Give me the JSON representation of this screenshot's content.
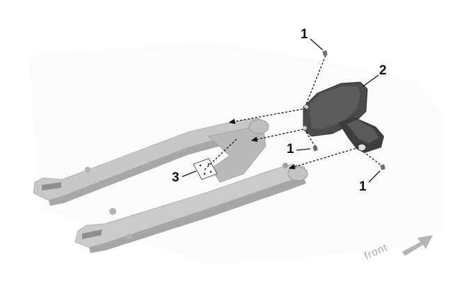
{
  "callouts": {
    "bolt_top": "1",
    "chain_guard": "2",
    "label_plate": "3",
    "bolt_mid": "1",
    "bolt_bottom": "1"
  },
  "direction_label": "front",
  "colors": {
    "swingarm": "#c9c9c9",
    "swingarm_dark": "#9c9c9c",
    "guard": "#4a4a4a",
    "guard_dark": "#2e2e2e",
    "leader": "#111111",
    "arrow": "#b5b5b5"
  }
}
